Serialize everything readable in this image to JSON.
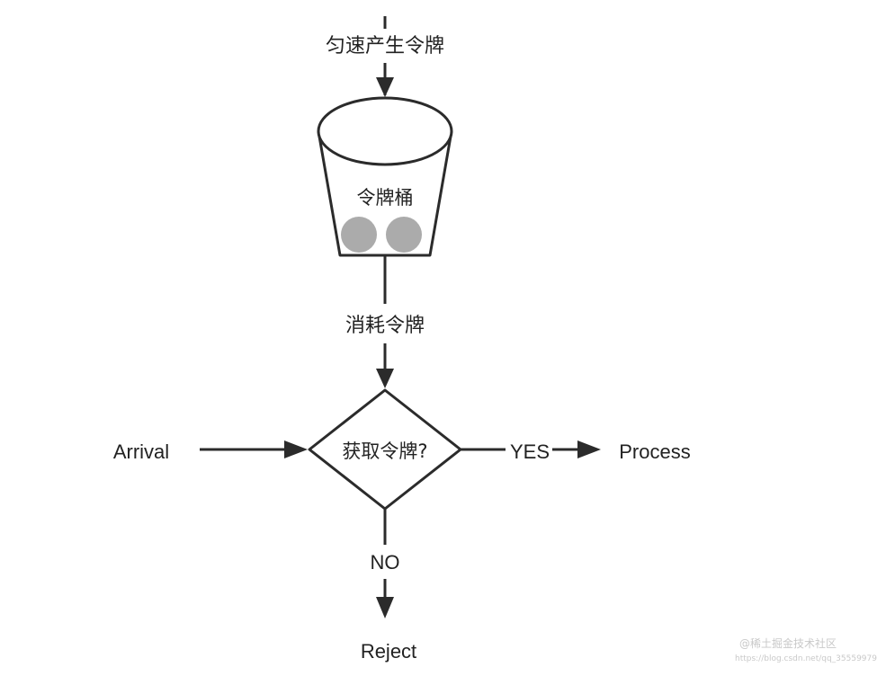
{
  "diagram": {
    "labels": {
      "produce": "匀速产生令牌",
      "bucket": "令牌桶",
      "consume": "消耗令牌",
      "decision": "获取令牌?",
      "arrival": "Arrival",
      "yes": "YES",
      "process": "Process",
      "no": "NO",
      "reject": "Reject"
    },
    "tokens": {
      "count": 2,
      "color": "#ababab"
    },
    "colors": {
      "stroke": "#2b2b2b",
      "text": "#222222"
    }
  },
  "watermark": {
    "brand": "@稀土掘金技术社区",
    "url": "https://blog.csdn.net/qq_35559979"
  }
}
